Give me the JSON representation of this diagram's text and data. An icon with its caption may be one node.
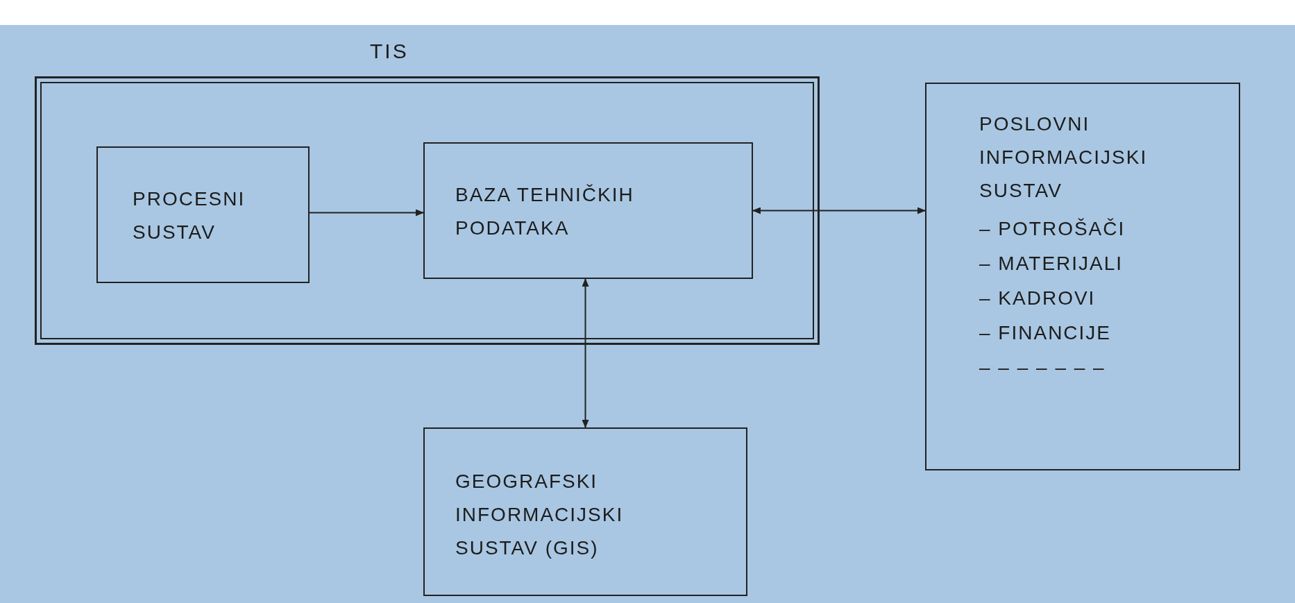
{
  "diagram": {
    "nodes": [
      {
        "text": [
          "TIS"
        ]
      },
      {
        "text": [
          "PROCESNI SUSTAV"
        ],
        "in": 0
      },
      {
        "text": [
          "BAZA TEHNIČKIH PODATAKA"
        ],
        "in": 0
      },
      {
        "text": [
          "POSLOVNI INFORMACIJSKI SUSTAV",
          "– POTROŠAČI",
          "– MATERIJALI",
          "– KADROVI",
          "– FINANCIJE",
          "– – – – – – –"
        ]
      },
      {
        "text": [
          "GEOGRAFSKI INFORMACIJSKI SUSTAV (GIS)"
        ]
      }
    ],
    "edges": [
      {
        "from": 1,
        "to": 2,
        "arrow": "to"
      },
      {
        "from": 2,
        "to": 3,
        "arrow": "both"
      },
      {
        "from": 2,
        "to": 4,
        "arrow": "both"
      }
    ]
  }
}
